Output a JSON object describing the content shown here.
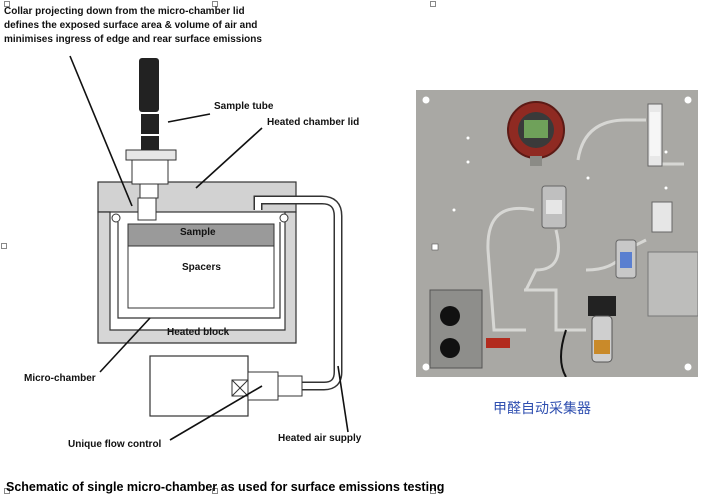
{
  "diagram": {
    "collar_note": [
      "Collar projecting down from the micro-chamber lid",
      "defines the exposed surface area & volume of air and",
      "minimises ingress of edge and rear surface emissions"
    ],
    "sample_tube": "Sample tube",
    "heated_chamber_lid": "Heated chamber lid",
    "sample": "Sample",
    "spacers": "Spacers",
    "heated_block": "Heated block",
    "micro_chamber": "Micro-chamber",
    "unique_flow_control": "Unique flow control",
    "heated_air_supply": "Heated air supply"
  },
  "captions": {
    "schematic": "Schematic of single micro-chamber as used for surface emissions testing",
    "photo_cn": "甲醛自动采集器"
  },
  "colors": {
    "caption_cn": "#2f4fb0",
    "panel": "#a9a8a4",
    "gauge_red": "#9b2a22"
  }
}
